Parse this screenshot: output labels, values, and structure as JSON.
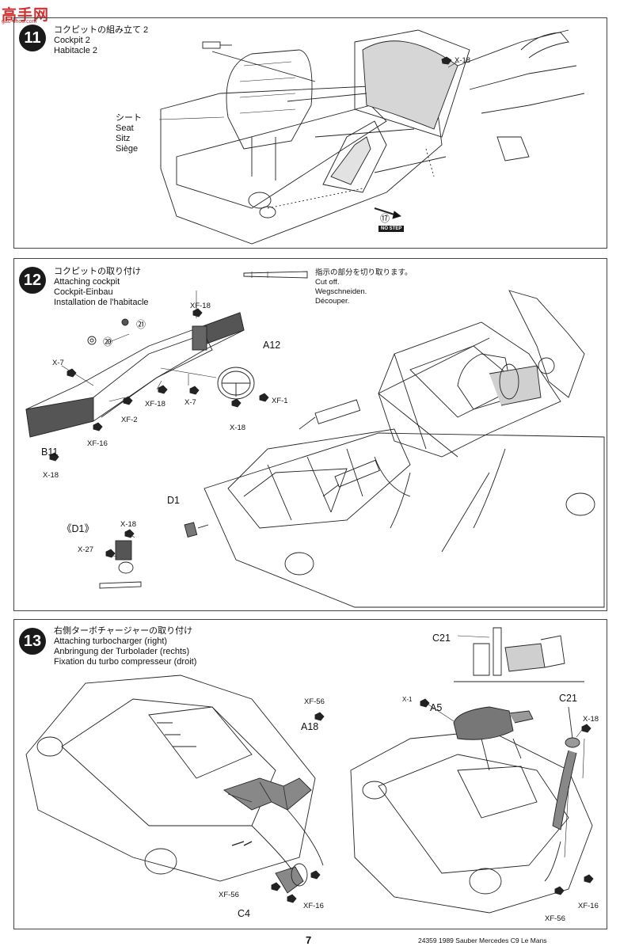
{
  "watermark": {
    "title": "高手网",
    "sub": "gao-shou.com"
  },
  "step11": {
    "number": "11",
    "title_jp": "コクピットの組み立て 2",
    "title_en": "Cockpit 2",
    "title_fr": "Habitacle 2",
    "seat_jp": "シート",
    "seat_en": "Seat",
    "seat_de": "Sitz",
    "seat_fr": "Siège",
    "part_x18": "X-18",
    "ref_17": "⑰",
    "nostep": "NO STEP"
  },
  "step12": {
    "number": "12",
    "title_jp": "コクピットの取り付け",
    "title_en": "Attaching cockpit",
    "title_de": "Cockpit-Einbau",
    "title_fr": "Installation de l'habitacle",
    "cut_jp": "指示の部分を切り取ります。",
    "cut_en": "Cut off.",
    "cut_de": "Wegschneiden.",
    "cut_fr": "Découper.",
    "xf18_top": "XF-18",
    "ref_21": "㉑",
    "ref_20": "⑳",
    "a12": "A12",
    "x7_left": "X-7",
    "xf2": "XF-2",
    "xf18_mid": "XF-18",
    "x7_mid": "X-7",
    "xf1": "XF-1",
    "x18_wheel": "X-18",
    "xf16": "XF-16",
    "b11": "B11",
    "x18_b11": "X-18",
    "d1": "D1",
    "d1_detail": "《D1》",
    "x18_d1": "X-18",
    "x27": "X-27"
  },
  "step13": {
    "number": "13",
    "title_jp": "右側ターボチャージャーの取り付け",
    "title_en": "Attaching turbocharger (right)",
    "title_de": "Anbringung der Turbolader (rechts)",
    "title_fr": "Fixation du turbo compresseur (droit)",
    "c21_top": "C21",
    "xf56_a18": "XF-56",
    "a18": "A18",
    "x1": "X-1",
    "a5": "A5",
    "c21_right": "C21",
    "x18_right": "X-18",
    "xf56_left": "XF-56",
    "c4": "C4",
    "xf16_left": "XF-16",
    "xf56_right": "XF-56",
    "xf16_right": "XF-16"
  },
  "footer": {
    "page": "7",
    "code": "24359  1989 Sauber Mercedes C9 Le Mans"
  }
}
